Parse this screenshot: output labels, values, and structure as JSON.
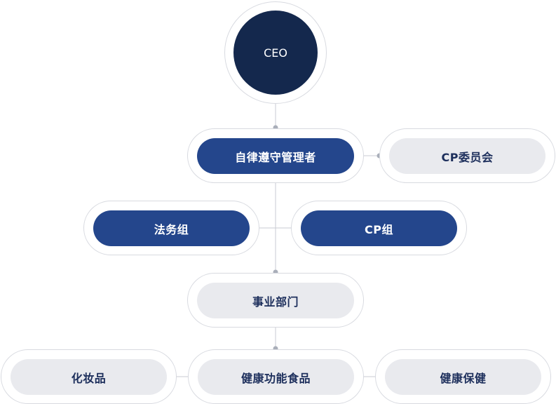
{
  "chart": {
    "ceo": "CEO",
    "compliance_manager": "自律遵守管理者",
    "cp_committee": "CP委员会",
    "legal_team": "法务组",
    "cp_team": "CP组",
    "business_division": "事业部门",
    "cosmetics": "化妆品",
    "health_functional_food": "健康功能食品",
    "health_care": "健康保健"
  },
  "colors": {
    "dark_navy": "#14284d",
    "primary_blue": "#24468c",
    "light_gray": "#e9eaee",
    "line_gray": "#c8cbd3",
    "dot_gray": "#a9aeb9"
  }
}
